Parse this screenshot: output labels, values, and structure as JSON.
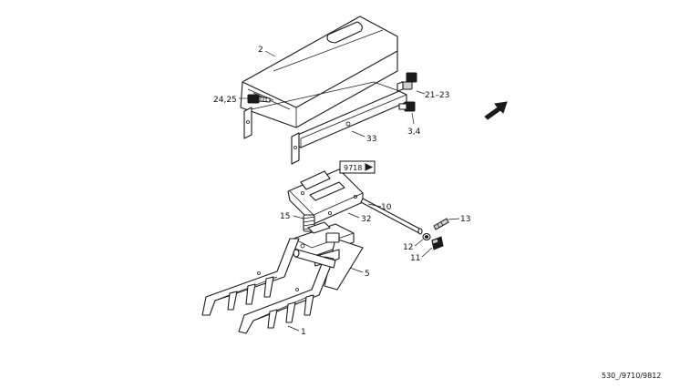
{
  "callouts": {
    "c2": "2",
    "c24_25": "24,25",
    "c21_23": "21–23",
    "c3_4": "3,4",
    "c33": "33",
    "c10": "10",
    "c32": "32",
    "c15": "15",
    "c13": "13",
    "c12": "12",
    "c11": "11",
    "c5": "5",
    "c1": "1"
  },
  "reference_box": {
    "label": "9718"
  },
  "drawing_number": "530_/9710/9812"
}
